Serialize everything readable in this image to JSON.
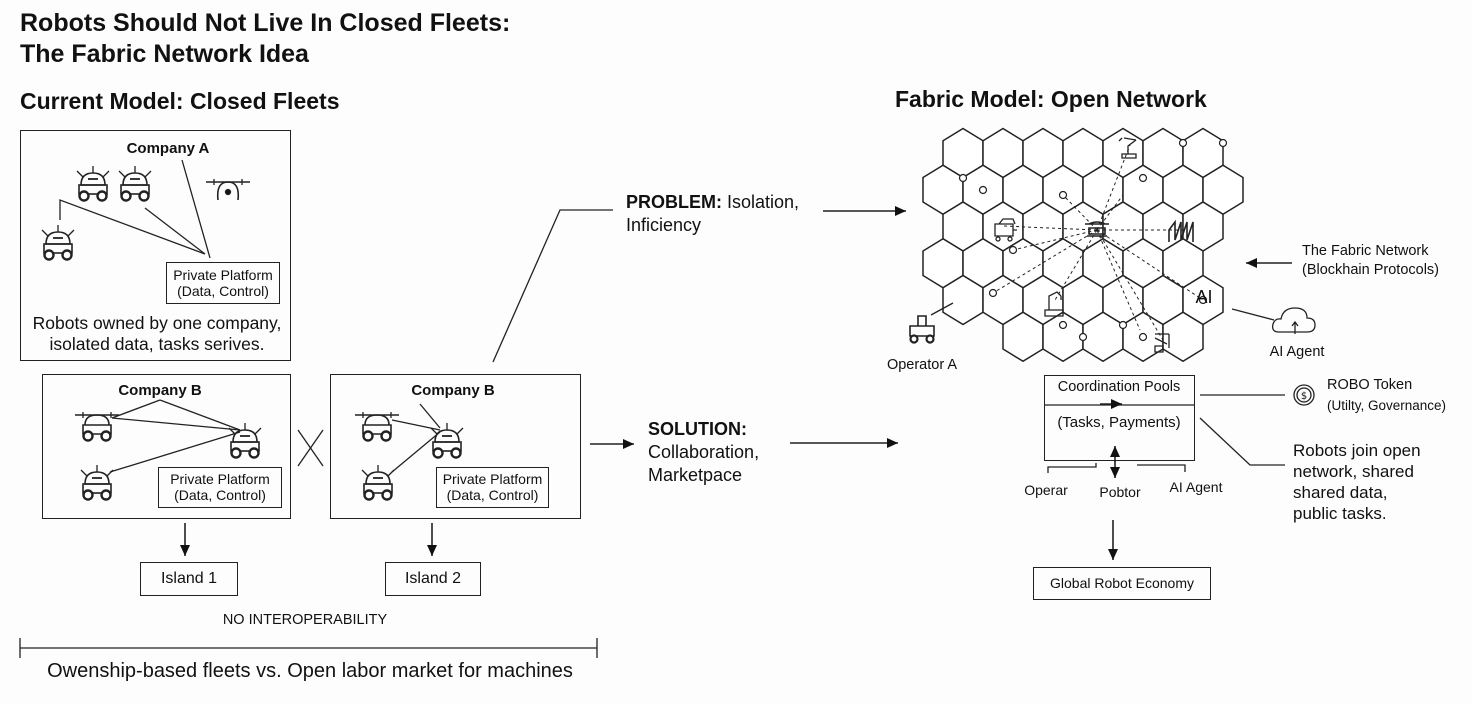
{
  "title": [
    "Robots Should Not Live In Closed Fleets:",
    "The Fabric Network Idea"
  ],
  "left": {
    "heading": "Current Model: Closed Fleets",
    "company_a": {
      "name": "Company A",
      "platform": [
        "Private Platform",
        "(Data, Control)"
      ],
      "caption": [
        "Robots owned by one company,",
        "isolated data, tasks serives."
      ]
    },
    "company_b1": {
      "name": "Company B",
      "platform": [
        "Private Platform",
        "(Data, Control)"
      ]
    },
    "company_b2": {
      "name": "Company B",
      "platform": [
        "Private Platform",
        "(Data, Control)"
      ]
    },
    "island_1": "Island 1",
    "island_2": "Island 2",
    "no_interop": "NO INTEROPERABILITY",
    "bottom_caption": "Owenship-based fleets vs. Open labor market for machines"
  },
  "middle": {
    "problem_label": "PROBLEM:",
    "problem_text": [
      "Isolation,",
      "Inficiency"
    ],
    "solution_label": "SOLUTION:",
    "solution_text": [
      "Collaboration,",
      "Marketpace"
    ]
  },
  "right": {
    "heading": "Fabric Model: Open Network",
    "network_label": [
      "The Fabric Network",
      "(Blockhain Protocols)"
    ],
    "ai_hex_label": "AI",
    "ai_agent": "AI Agent",
    "operator": "Operator A",
    "pools": {
      "title": "Coordination Pools",
      "subtitle": "(Tasks, Payments)"
    },
    "participants": [
      "Operar",
      "Pobtor",
      "AI Agent"
    ],
    "token": {
      "name": "ROBO Token",
      "desc": "(Utilty, Governance)"
    },
    "join_text": [
      "Robots join open",
      "network, shared",
      "shared data,",
      "public tasks."
    ],
    "economy": "Global Robot Economy"
  },
  "icons": [
    "wheeled-robot-icon",
    "drone-icon",
    "robot-arm-icon",
    "cart-robot-icon",
    "chart-icon",
    "machine-icon",
    "cloud-icon",
    "token-icon"
  ]
}
